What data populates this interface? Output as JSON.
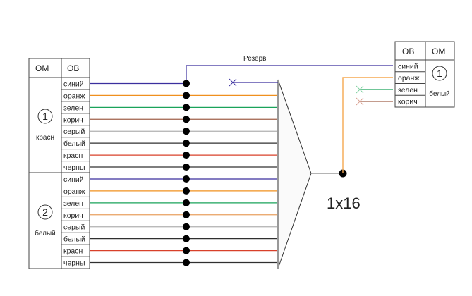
{
  "colors": {
    "синий": "#3b2f9e",
    "оранж": "#f0901e",
    "зелен": "#1aa35a",
    "корич": "#a0604a",
    "корич2": "#e8a060",
    "серый": "#b0b0b0",
    "белый": "#303030",
    "красн": "#d8402a",
    "черны": "#303030",
    "splitter_out": "#888888",
    "orange_drop": "#f5b060"
  },
  "left_table": {
    "header_om": "ОМ",
    "header_ov": "ОВ",
    "modules": [
      {
        "number": "1",
        "color_label": "красн",
        "fibers": [
          "синий",
          "оранж",
          "зелен",
          "корич",
          "серый",
          "белый",
          "красн",
          "черны"
        ]
      },
      {
        "number": "2",
        "color_label": "белый",
        "fibers": [
          "синий",
          "оранж",
          "зелен",
          "корич",
          "серый",
          "белый",
          "красн",
          "черны"
        ]
      }
    ]
  },
  "right_table": {
    "header_ov": "ОВ",
    "header_om": "ОМ",
    "module": {
      "number": "1",
      "color_label": "белый",
      "fibers": [
        "синий",
        "оранж",
        "зелен",
        "корич"
      ]
    }
  },
  "labels": {
    "reserve": "Резерв",
    "splitter": "1x16"
  }
}
